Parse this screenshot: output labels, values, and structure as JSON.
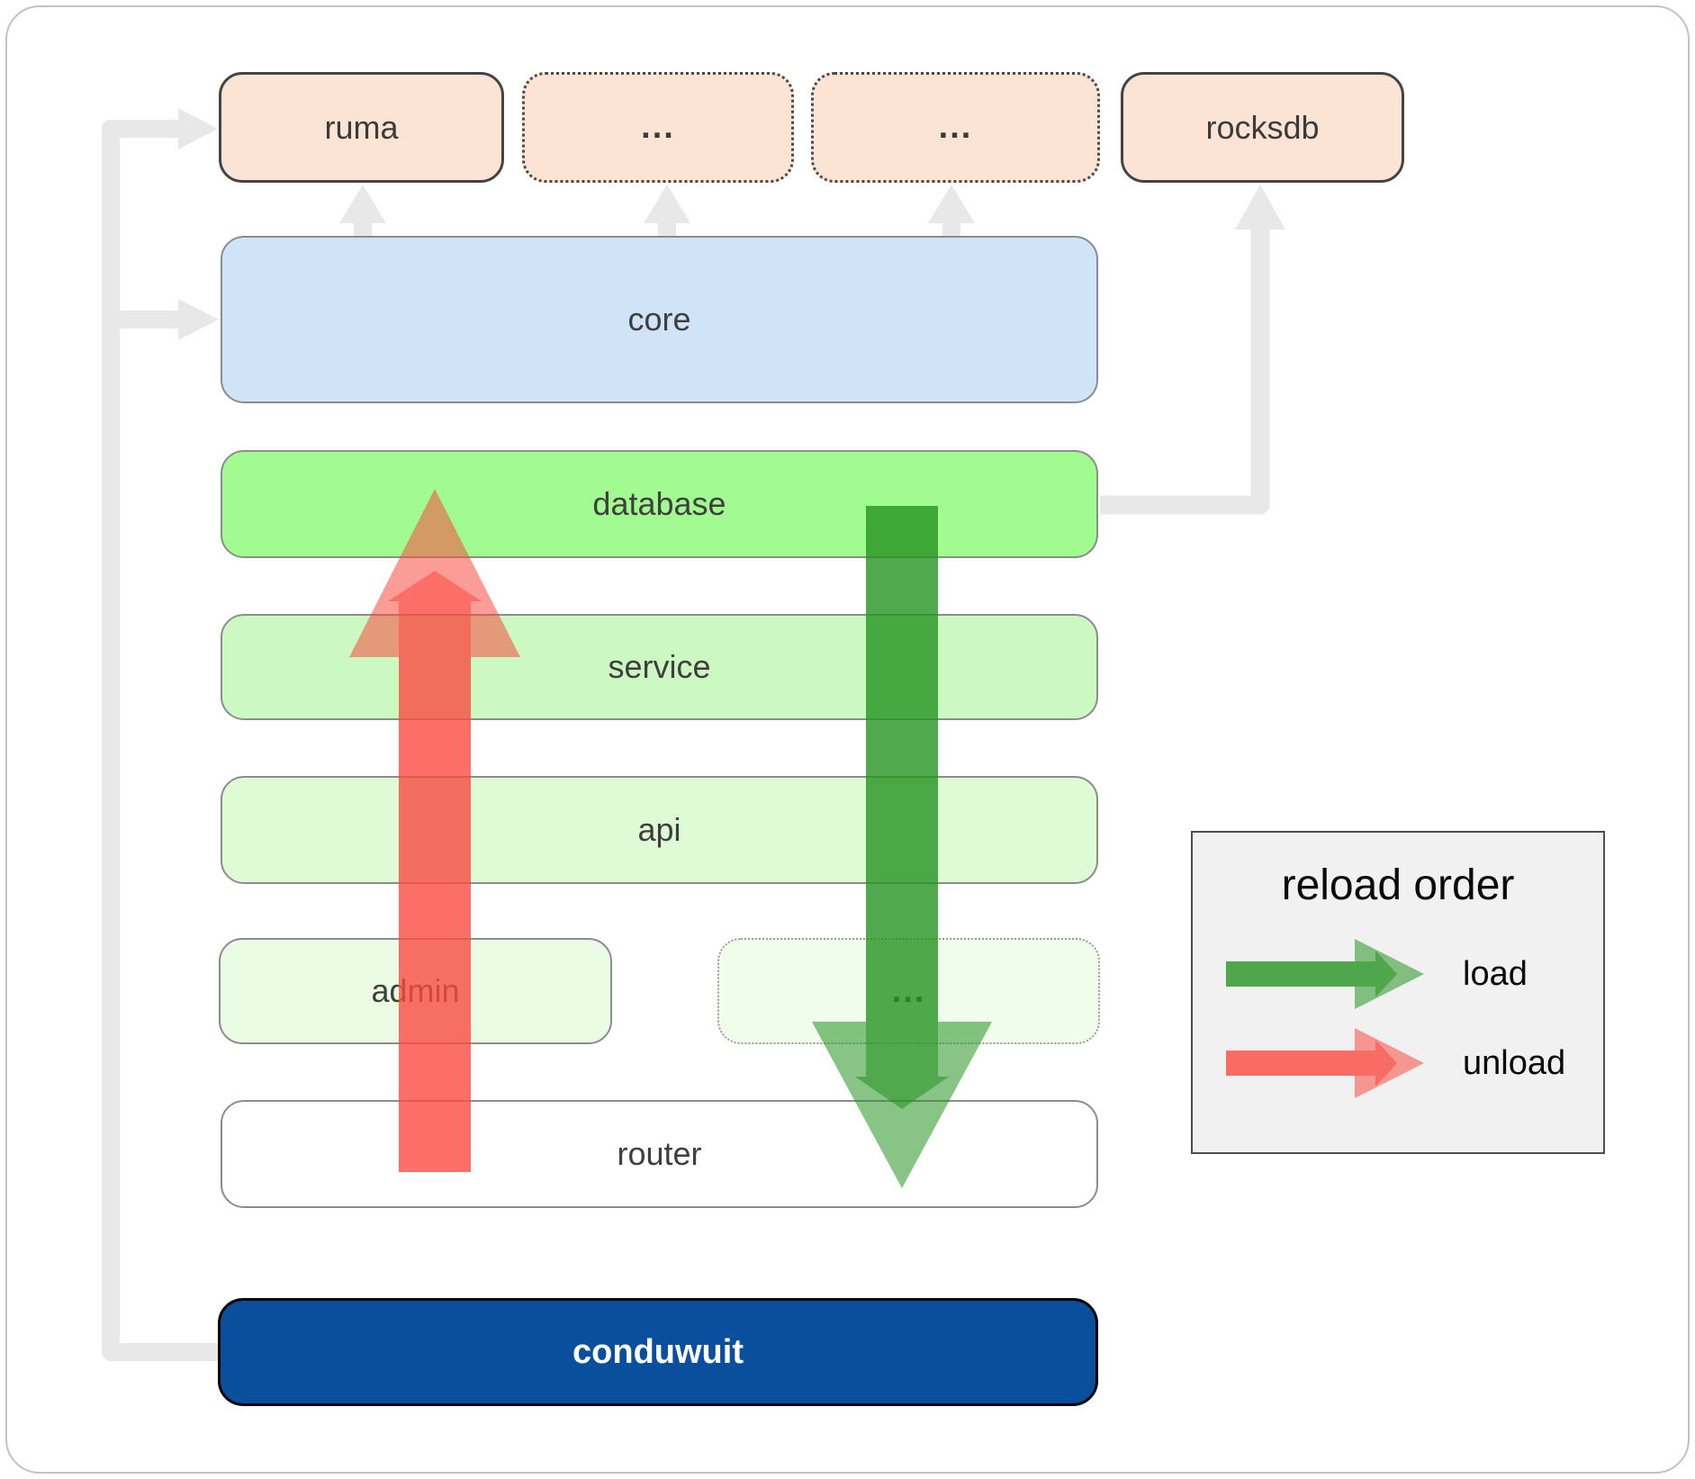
{
  "diagram": {
    "nodes": {
      "ruma": "ruma",
      "ellipsis_top_1": "...",
      "ellipsis_top_2": "...",
      "rocksdb": "rocksdb",
      "core": "core",
      "database": "database",
      "service": "service",
      "api": "api",
      "admin": "admin",
      "ellipsis_bottom": "...",
      "router": "router",
      "conduwuit": "conduwuit"
    },
    "legend": {
      "title": "reload order",
      "items": [
        {
          "label": "load",
          "color": "#259420"
        },
        {
          "label": "unload",
          "color": "#fa4b42"
        }
      ]
    },
    "colors": {
      "peach_fill": "#fce4d4",
      "core_fill": "#d0e4f7",
      "database_fill": "#a2fb90",
      "service_fill": "#ccf9c2",
      "api_fill": "#defbd6",
      "admin_fill": "#eafde4",
      "router_fill": "#ffffff",
      "conduwuit_fill": "#0a4f9e",
      "connector_gray": "#e8e8e8",
      "load_arrow": "#259420",
      "unload_arrow": "#fa4b42"
    }
  }
}
